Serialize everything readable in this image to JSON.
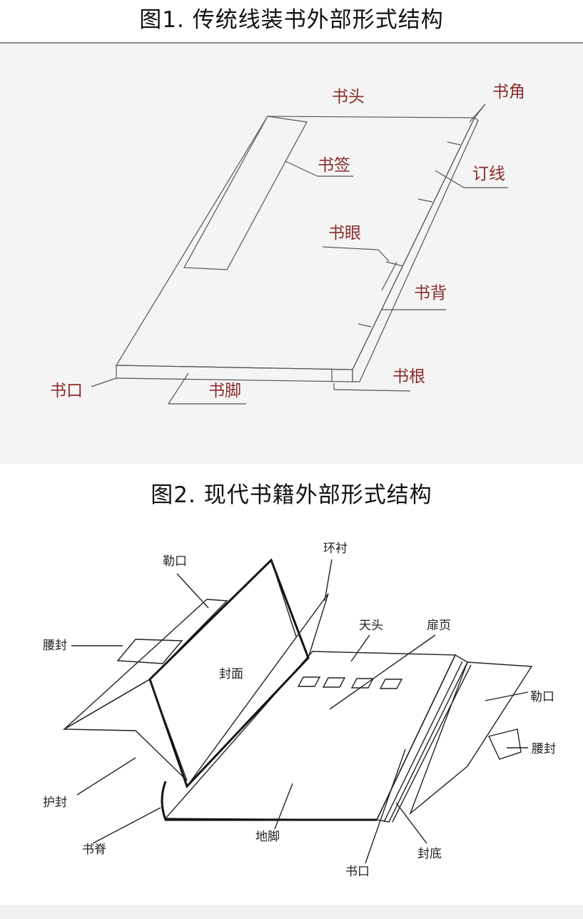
{
  "figure1": {
    "title": "图1. 传统线装书外部形式结构",
    "labels": {
      "shutou": "书头",
      "shujiao": "书角",
      "shuqian": "书签",
      "dingxian": "订线",
      "shuyan": "书眼",
      "shubei": "书背",
      "shugen": "书根",
      "shukou": "书口",
      "shujiao_foot": "书脚"
    }
  },
  "figure2": {
    "title": "图2. 现代书籍外部形式结构",
    "labels": {
      "lekou_left": "勒口",
      "huanchen": "环衬",
      "tiantou": "天头",
      "feiye": "扉页",
      "yaofeng_left": "腰封",
      "fengmian": "封面",
      "lekou_right": "勒口",
      "yaofeng_right": "腰封",
      "hufeng": "护封",
      "shuji": "书脊",
      "dijiao": "地脚",
      "fengdi": "封底",
      "shukou": "书口"
    }
  }
}
